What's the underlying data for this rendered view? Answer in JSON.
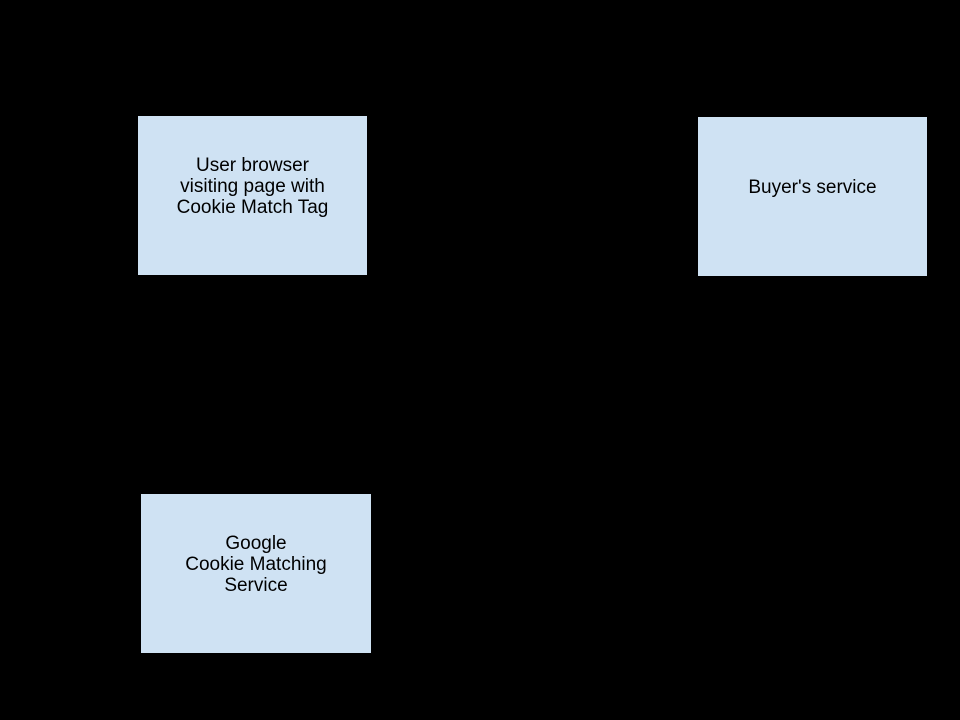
{
  "diagram": {
    "nodes": [
      {
        "id": "user-browser",
        "lines": [
          "User browser",
          "visiting page with",
          "Cookie Match Tag"
        ]
      },
      {
        "id": "buyers-service",
        "lines": [
          "Buyer's service"
        ]
      },
      {
        "id": "google-cookie-matching-service",
        "lines": [
          "Google",
          "Cookie Matching",
          "Service"
        ]
      }
    ]
  },
  "colors": {
    "background": "#000000",
    "node_fill": "#cfe2f3",
    "node_border": "#000000",
    "node_text": "#000000"
  }
}
